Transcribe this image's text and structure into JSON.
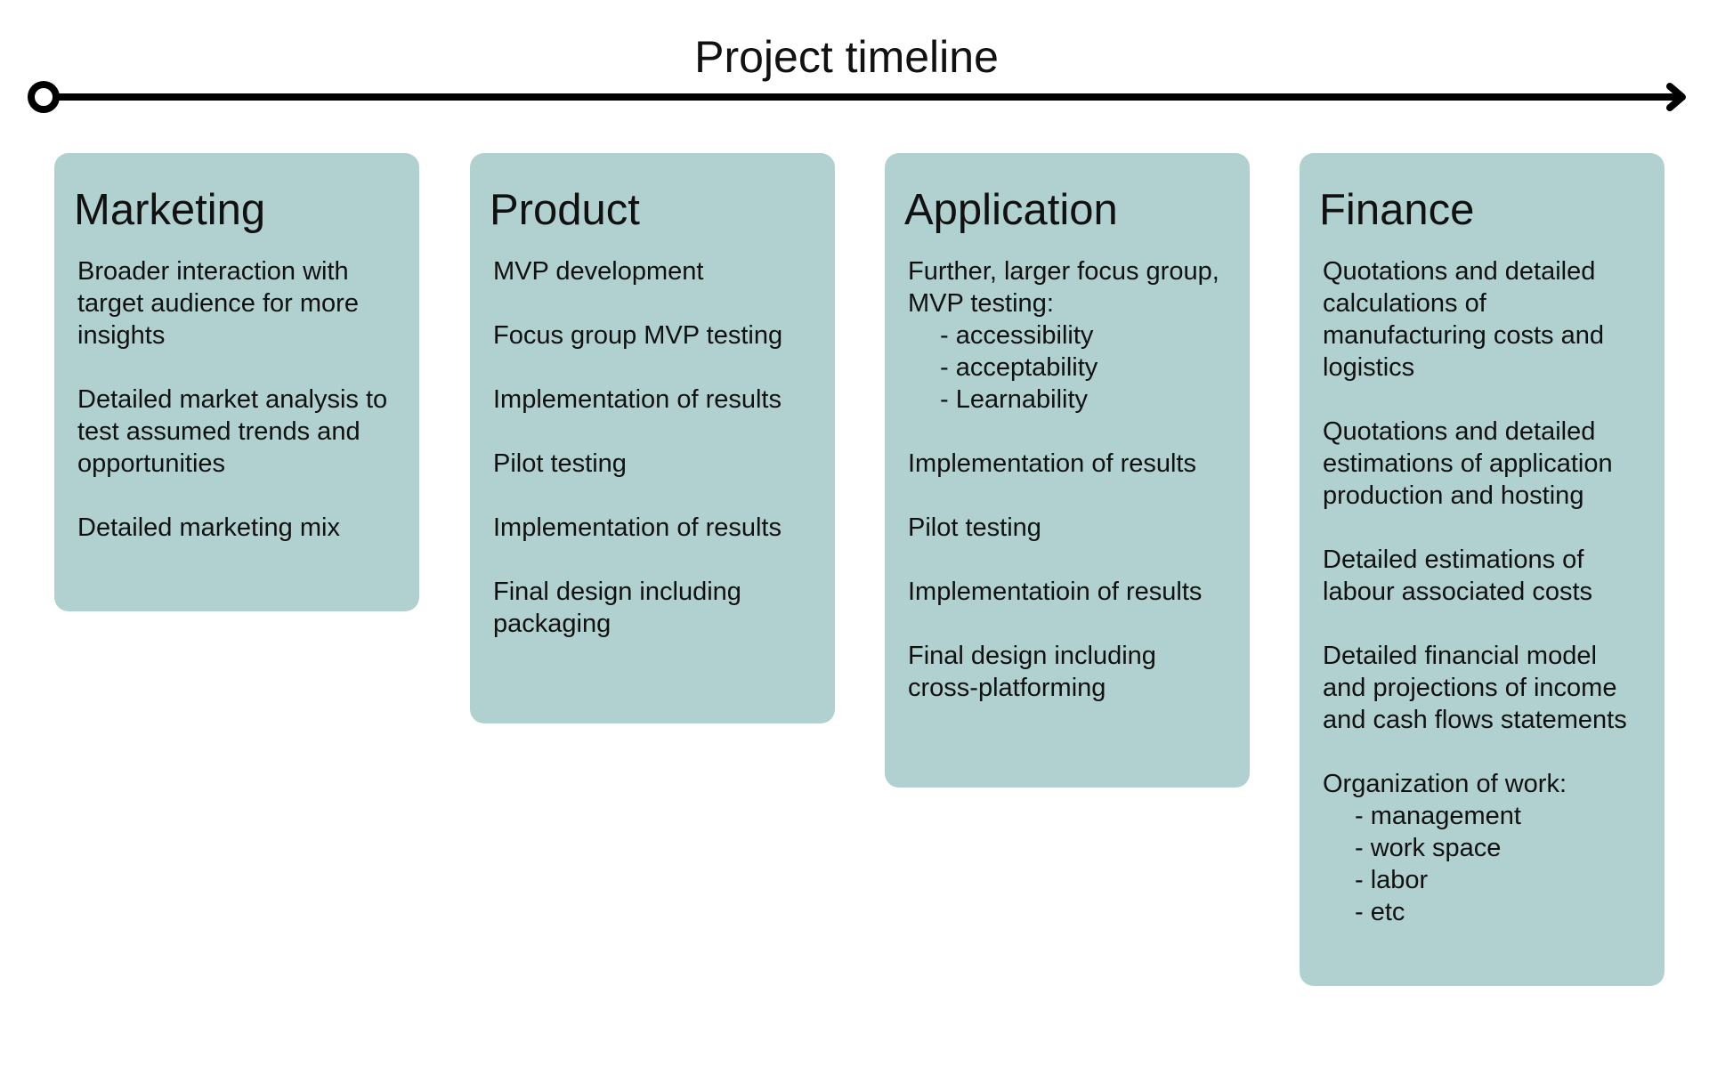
{
  "title": "Project timeline",
  "colors": {
    "card_background": "#b1d1d0",
    "timeline": "#000000",
    "text": "#111111"
  },
  "columns": [
    {
      "key": "marketing",
      "title": "Marketing",
      "items": [
        {
          "text": "Broader interaction with target audience for more insights",
          "subitems": []
        },
        {
          "text": "Detailed market analysis to test assumed trends and opportunities",
          "subitems": []
        },
        {
          "text": "Detailed marketing mix",
          "subitems": []
        }
      ]
    },
    {
      "key": "product",
      "title": "Product",
      "items": [
        {
          "text": "MVP development",
          "subitems": []
        },
        {
          "text": "Focus group MVP testing",
          "subitems": []
        },
        {
          "text": "Implementation of results",
          "subitems": []
        },
        {
          "text": "Pilot testing",
          "subitems": []
        },
        {
          "text": "Implementation of results",
          "subitems": []
        },
        {
          "text": "Final design including packaging",
          "subitems": []
        }
      ]
    },
    {
      "key": "application",
      "title": "Application",
      "items": [
        {
          "text": "Further, larger focus group, MVP testing:",
          "subitems": [
            "- accessibility",
            "- acceptability",
            "- Learnability"
          ]
        },
        {
          "text": "Implementation of results",
          "subitems": []
        },
        {
          "text": "Pilot testing",
          "subitems": []
        },
        {
          "text": "Implementatioin of results",
          "subitems": []
        },
        {
          "text": "Final design including cross-platforming",
          "subitems": []
        }
      ]
    },
    {
      "key": "finance",
      "title": "Finance",
      "items": [
        {
          "text": "Quotations and detailed calculations of manufacturing costs and logistics",
          "subitems": []
        },
        {
          "text": "Quotations and detailed estimations of application production and hosting",
          "subitems": []
        },
        {
          "text": "Detailed estimations of labour associated costs",
          "subitems": []
        },
        {
          "text": "Detailed financial model and projections of income and cash flows statements",
          "subitems": []
        },
        {
          "text": "Organization of work:",
          "subitems": [
            "- management",
            "- work space",
            "- labor",
            "- etc"
          ]
        }
      ]
    }
  ]
}
